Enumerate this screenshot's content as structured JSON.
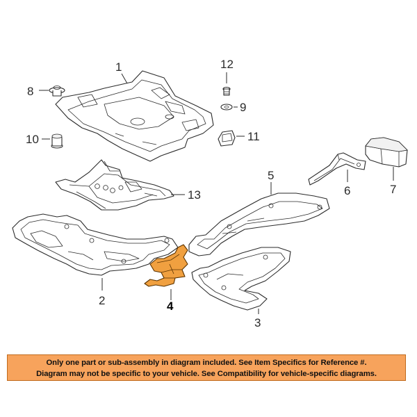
{
  "callouts": {
    "c1": "1",
    "c2": "2",
    "c3": "3",
    "c4": "4",
    "c5": "5",
    "c6": "6",
    "c7": "7",
    "c8": "8",
    "c9": "9",
    "c10": "10",
    "c11": "11",
    "c12": "12",
    "c13": "13"
  },
  "highlighted_part": "4",
  "highlight_color": "#f0a040",
  "notice": {
    "line1": "Only one part or sub-assembly in diagram included. See Item Specifics for Reference #.",
    "line2": "Diagram may not be specific to your vehicle. See Compatibility for vehicle-specific diagrams.",
    "background": "#f7a35c"
  }
}
